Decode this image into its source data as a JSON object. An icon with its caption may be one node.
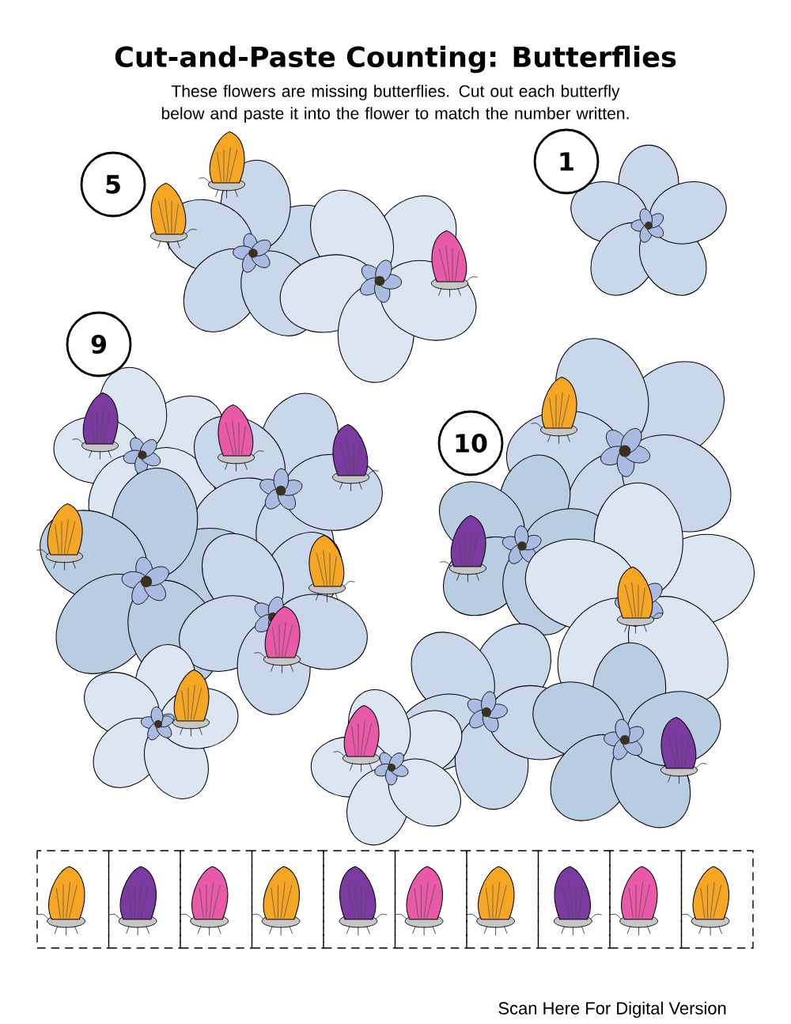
{
  "diagram": {
    "title": "Cut-and-Paste Counting: Butterflies",
    "nodes": [
      {
        "text": [
          "5"
        ]
      },
      {
        "text": [
          "1"
        ]
      },
      {
        "text": [
          "9"
        ]
      },
      {
        "text": [
          "10"
        ]
      }
    ],
    "labels": [
      "These flowers are missing butterflies. Cut out each butterfly below and paste it into the flower to match the number written.",
      "Scan Here For Digital Version"
    ]
  }
}
